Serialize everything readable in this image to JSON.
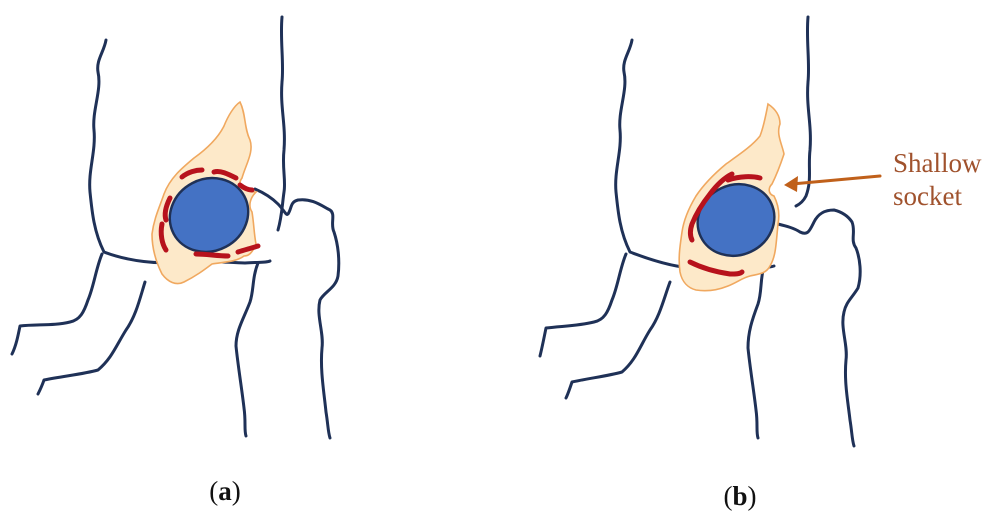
{
  "panels": [
    {
      "id": "a",
      "label": "a"
    },
    {
      "id": "b",
      "label": "b"
    }
  ],
  "annotation": {
    "line1": "Shallow",
    "line2": "socket"
  },
  "colors": {
    "bone_outline": "#1f3157",
    "femoral_head_fill": "#4472c4",
    "labrum_fill": "#fde9c9",
    "labrum_outline": "#f0a85f",
    "cartilage_dash": "#b7121c",
    "annotation": "#a0522d"
  }
}
